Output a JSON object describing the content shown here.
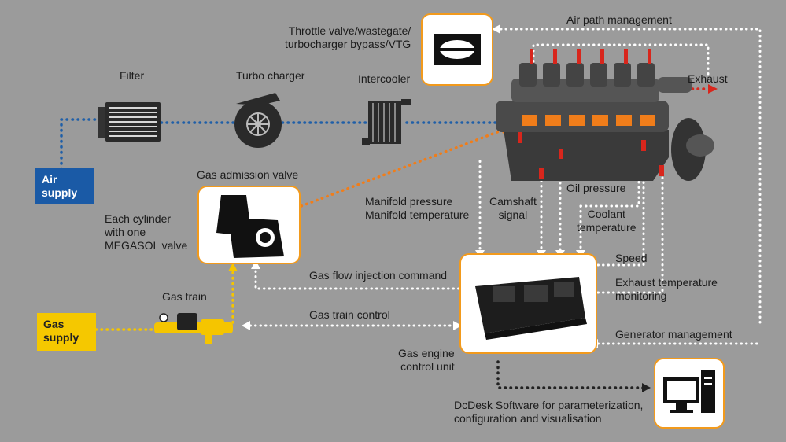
{
  "labels": {
    "filter": "Filter",
    "turbo": "Turbo charger",
    "intercooler": "Intercooler",
    "throttle": "Throttle valve/wastegate/\nturbocharger bypass/VTG",
    "air_path": "Air path management",
    "exhaust": "Exhaust",
    "air_supply": "Air\nsupply",
    "gas_admission": "Gas admission valve",
    "each_cylinder": "Each cylinder\nwith one\nMEGASOL valve",
    "manifold": "Manifold pressure\nManifold temperature",
    "camshaft": "Camshaft\nsignal",
    "oil_pressure": "Oil pressure",
    "coolant": "Coolant\ntemperature",
    "speed": "Speed",
    "exhaust_temp": "Exhaust temperature\nmonitoring",
    "gas_flow": "Gas flow injection command",
    "gas_train": "Gas train",
    "gas_train_control": "Gas train control",
    "gas_supply": "Gas\nsupply",
    "generator": "Generator management",
    "ecu": "Gas engine\ncontrol unit",
    "dcdesk": "DcDesk Software for parameterization,\nconfiguration and visualisation"
  },
  "colors": {
    "background": "#9b9b9b",
    "air_line": "#1f5fa8",
    "air_supply_box": "#1a5aa6",
    "gas_line": "#f5c500",
    "gas_supply_box": "#f5c800",
    "gas_admission_line": "#f07d1a",
    "signal_line": "#ffffff",
    "software_line": "#222222",
    "box_border": "#f29a1c",
    "exhaust_arrow": "#d8261c"
  },
  "icons": {
    "filter": "air-filter-icon",
    "turbo": "turbocharger-icon",
    "intercooler": "intercooler-icon",
    "throttle": "throttle-valve-icon",
    "engine": "gas-engine-icon",
    "gas_valve": "gas-admission-valve-icon",
    "gas_train": "gas-train-icon",
    "ecu": "control-unit-icon",
    "computer": "computer-icon"
  }
}
